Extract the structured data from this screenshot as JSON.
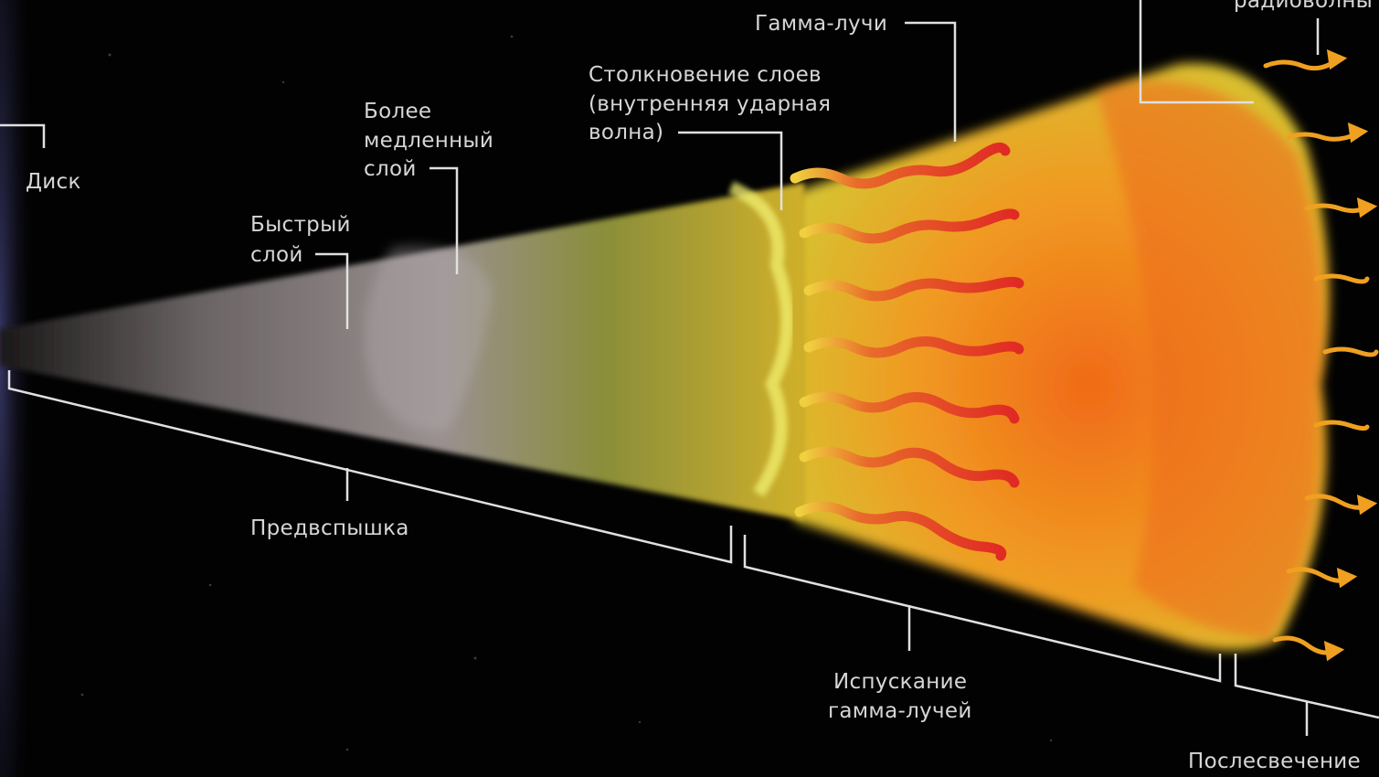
{
  "labels": {
    "disk": "Диск",
    "fast_layer": [
      "Быстрый",
      "слой"
    ],
    "slower_layer": [
      "Более",
      "медленный",
      "слой"
    ],
    "collision": [
      "Столкновение слоев",
      "(внутренняя ударная",
      "волна)"
    ],
    "gamma_rays": "Гамма-лучи",
    "radio_waves": "радиоволны",
    "preflash": "Предвспышка",
    "gamma_emission": [
      "Испускание",
      "гамма-лучей"
    ],
    "afterglow": "Послесвечение"
  },
  "colors": {
    "background": "#000000",
    "cone_gray": "#8a8484",
    "gamma_ray": "#e23a2a",
    "fireball_orange": "#f07a1c",
    "fireball_yellow": "#e8d03a",
    "shock_yellow": "#f2f070",
    "label_text": "#d6d6d6"
  }
}
